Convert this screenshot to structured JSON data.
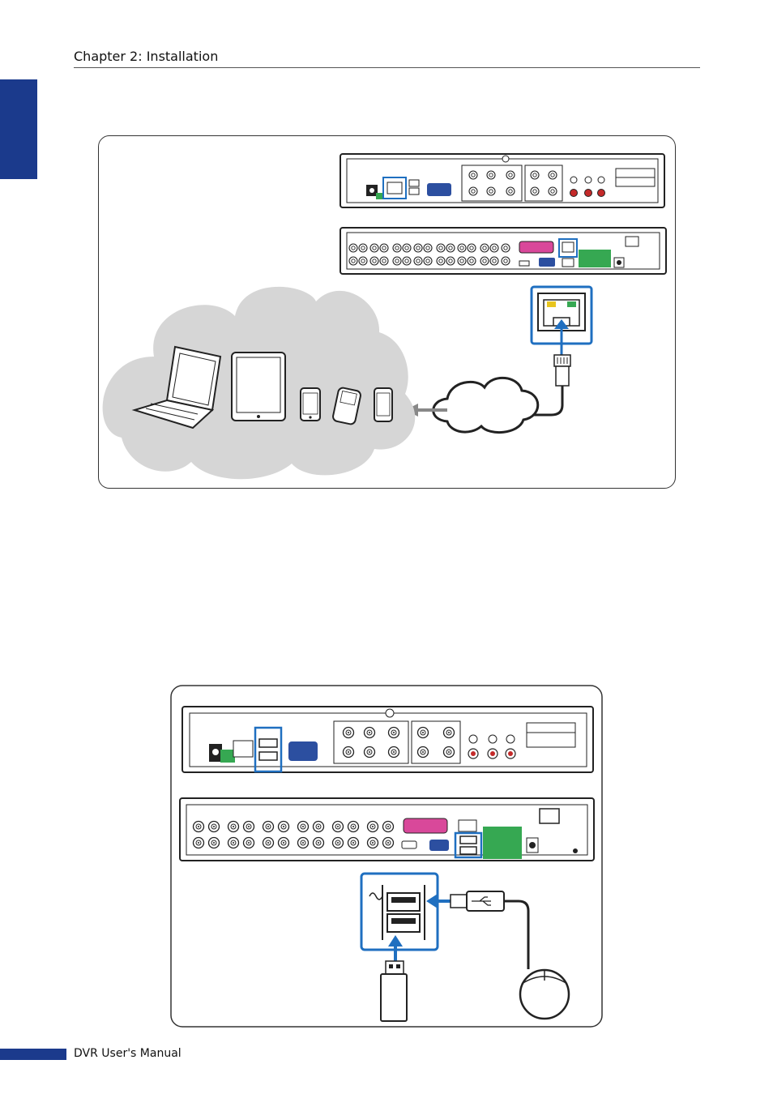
{
  "header": {
    "chapter": "Chapter 2: Installation"
  },
  "footer": {
    "title": "DVR User's Manual"
  },
  "colors": {
    "brand": "#1b3a8c",
    "highlight": "#1f6fc0",
    "terminal_green": "#36a852",
    "vga_blue": "#2c4fa0",
    "serial_pink": "#d9489a"
  },
  "figures": [
    {
      "name": "network-connection",
      "icons": [
        "laptop-icon",
        "tablet-icon",
        "phone-icon",
        "smartphone-icon",
        "mobile-icon",
        "cloud-icon",
        "rj45-connector-icon",
        "ethernet-port-icon"
      ]
    },
    {
      "name": "usb-connection",
      "icons": [
        "usb-port-icon",
        "usb-plug-icon",
        "usb-flash-drive-icon",
        "mouse-icon"
      ]
    }
  ]
}
